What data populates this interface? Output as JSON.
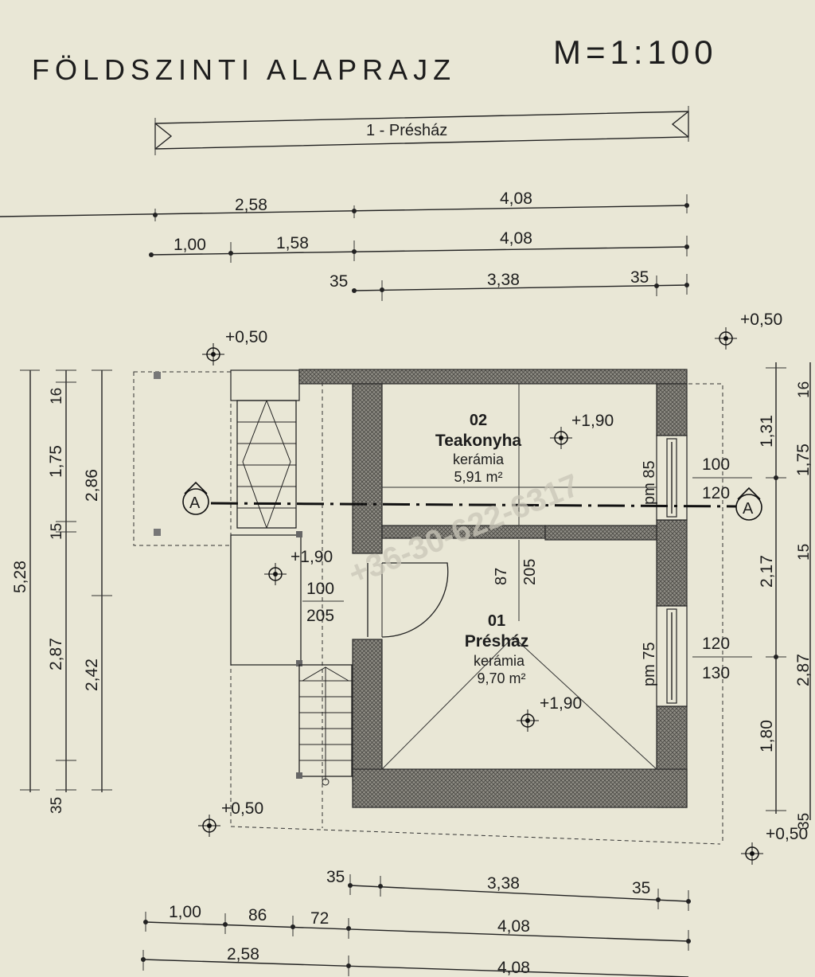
{
  "title": "FÖLDSZINTI ALAPRAJZ",
  "scale": "M=1:100",
  "section_band": "1 - Présház",
  "section_marker": "A",
  "watermark": "+36-30-622-6317",
  "top_dims": {
    "row1": [
      "2,58",
      "4,08"
    ],
    "row2": [
      "1,00",
      "1,58",
      "4,08"
    ],
    "row3": [
      "35",
      "3,38",
      "35"
    ]
  },
  "bottom_dims": {
    "row1": [
      "35",
      "3,38",
      "35"
    ],
    "row2": [
      "1,00",
      "86",
      "72",
      "4,08"
    ],
    "row3": [
      "2,58",
      "4,08"
    ]
  },
  "left_dims": {
    "outer": "5,28",
    "chain": [
      "16",
      "1,75",
      "15",
      "2,87",
      "35"
    ],
    "mid": [
      "2,86",
      "2,42"
    ]
  },
  "right_dims": {
    "chain": [
      "1,31",
      "2,17",
      "1,80"
    ],
    "outer": [
      "16",
      "1,75",
      "15",
      "2,87",
      "35"
    ]
  },
  "levels": {
    "top_left": "+0,50",
    "top_right": "+0,50",
    "bottom_left": "+0,50",
    "bottom_right": "+0,50",
    "kitchen": "+1,90",
    "hall": "+1,90",
    "press": "+1,90"
  },
  "rooms": [
    {
      "number": "02",
      "name": "Teakonyha",
      "floor": "kerámia",
      "area": "5,91 m²"
    },
    {
      "number": "01",
      "name": "Présház",
      "floor": "kerámia",
      "area": "9,70 m²"
    }
  ],
  "openings": {
    "door_hall": [
      "100",
      "205"
    ],
    "door_inner": [
      "87",
      "205"
    ],
    "window_upper": {
      "sill": "pm 85",
      "w": "100",
      "h": "120"
    },
    "window_lower": {
      "sill": "pm 75",
      "w": "120",
      "h": "130"
    }
  }
}
